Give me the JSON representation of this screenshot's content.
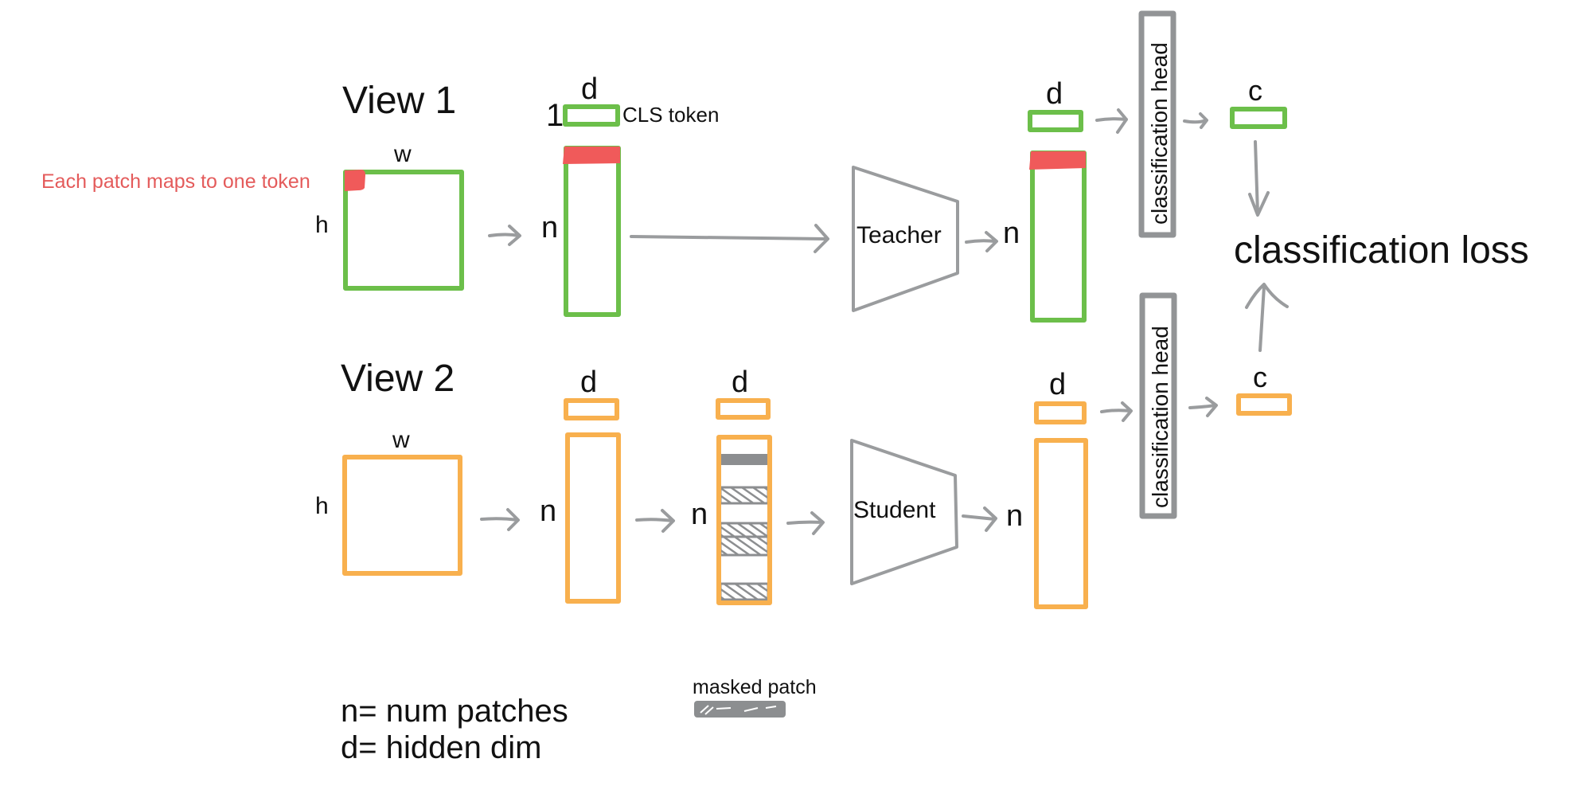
{
  "colors": {
    "view1": "#6cbf4a",
    "view2": "#f8b04e",
    "patch": "#f05a5a",
    "arrow": "#9a9c9e",
    "mask": "#8c8e90",
    "text": "#111111",
    "annotation": "#e45b5b"
  },
  "view1": {
    "title": "View 1",
    "image": {
      "width_label": "w",
      "height_label": "h"
    },
    "patch_annotation": "Each patch maps to one token",
    "tokens": {
      "cls_count_label": "1",
      "cls_dim_label": "d",
      "cls_label": "CLS token",
      "patch_count_label": "n"
    },
    "encoder": "Teacher",
    "output": {
      "dim_label": "d",
      "count_label": "n"
    },
    "head": "classification head",
    "logits_label": "c"
  },
  "view2": {
    "title": "View 2",
    "image": {
      "width_label": "w",
      "height_label": "h"
    },
    "tokens": {
      "dim_label": "d",
      "count_label": "n"
    },
    "masked_tokens": {
      "dim_label": "d",
      "count_label": "n"
    },
    "encoder": "Student",
    "output": {
      "dim_label": "d",
      "count_label": "n"
    },
    "head": "classification head",
    "logits_label": "c"
  },
  "loss_label": "classification loss",
  "legend": {
    "n_def": "n= num patches",
    "d_def": "d= hidden dim",
    "masked_patch": "masked patch"
  }
}
